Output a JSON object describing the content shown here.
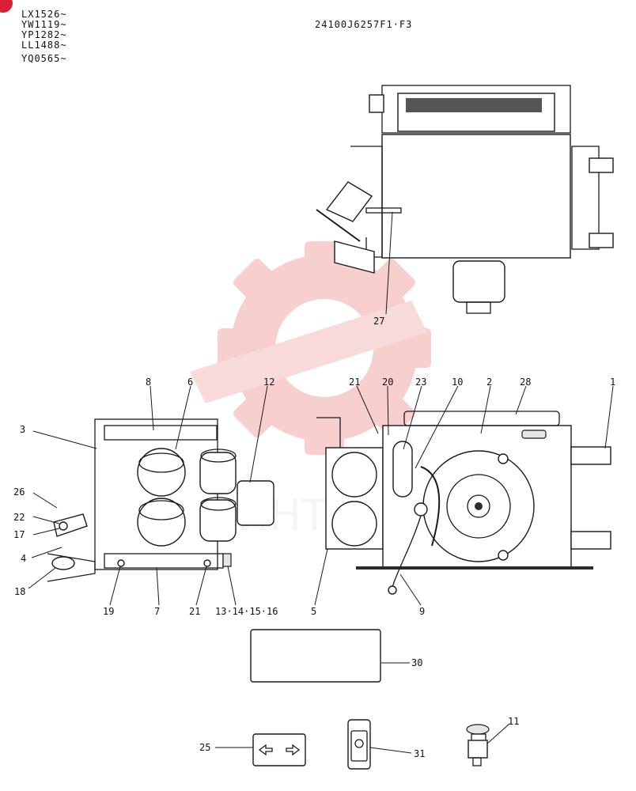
{
  "header": {
    "serial_ranges": [
      "LX1526~",
      "YW1119~",
      "YP1282~",
      "LL1488~",
      "YQ0565~"
    ],
    "drawing_code": "24100J6257F1·F3"
  },
  "watermark": {
    "text": "ИНТЕХ",
    "color": "#f2a9a9"
  },
  "accent_color": "#d9213a",
  "callouts": {
    "c1": "1",
    "c2": "2",
    "c3": "3",
    "c4": "4",
    "c5": "5",
    "c6": "6",
    "c7": "7",
    "c8": "8",
    "c9": "9",
    "c10": "10",
    "c11": "11",
    "c12": "12",
    "c13": "13·14·15·16",
    "c17": "17",
    "c18": "18",
    "c19": "19",
    "c20": "20",
    "c21a": "21",
    "c21b": "21",
    "c22": "22",
    "c23": "23",
    "c25": "25",
    "c26": "26",
    "c27": "27",
    "c28": "28",
    "c30": "30",
    "c31": "31"
  }
}
